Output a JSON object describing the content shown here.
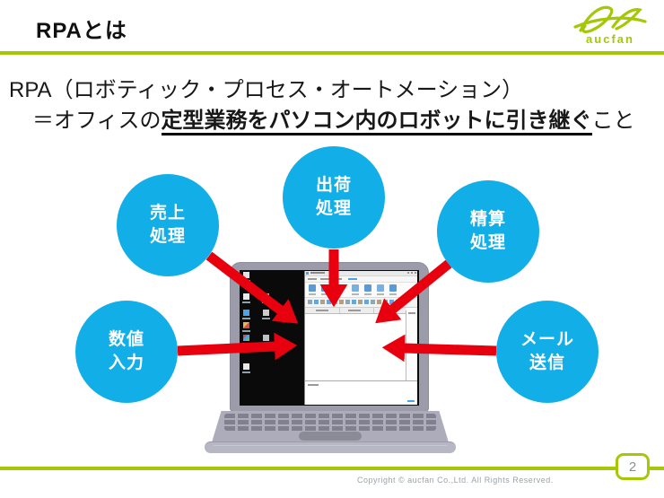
{
  "header": {
    "title": "RPAとは",
    "logo_text": "aucfan"
  },
  "lead": {
    "line1": "RPA（ロボティック・プロセス・オートメーション）",
    "line2_prefix": "＝オフィスの",
    "line2_emphasis": "定型業務をパソコン内のロボットに引き継ぐ",
    "line2_suffix": "こと"
  },
  "bubbles": [
    {
      "id": "sales",
      "lines": [
        "売上",
        "処理"
      ]
    },
    {
      "id": "shipping",
      "lines": [
        "出荷",
        "処理"
      ]
    },
    {
      "id": "settlement",
      "lines": [
        "精算",
        "処理"
      ]
    },
    {
      "id": "numeric",
      "lines": [
        "数値",
        "入力"
      ]
    },
    {
      "id": "mail",
      "lines": [
        "メール",
        "送信"
      ]
    }
  ],
  "footer": {
    "copyright": "Copyright © aucfan Co.,Ltd. All Rights Reserved.",
    "page_number": "2"
  },
  "colors": {
    "accent_green": "#A4C805",
    "bubble_blue": "#12AEE8",
    "arrow_red": "#E8000F"
  }
}
